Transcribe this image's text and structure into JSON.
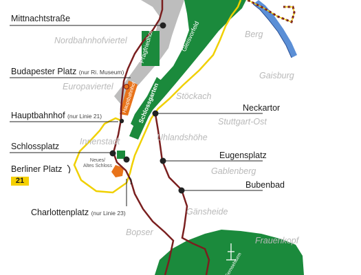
{
  "stops": {
    "mittnachtstrasse": {
      "name": "Mittnachtstraße"
    },
    "budapester_platz": {
      "name": "Budapester Platz",
      "note": "(nur Ri. Museum)"
    },
    "hauptbahnhof": {
      "name": "Hauptbahnhof",
      "note": "(nur Linie 21)"
    },
    "schlossplatz": {
      "name": "Schlossplatz"
    },
    "berliner_platz": {
      "name": "Berliner Platz",
      "line_badge": "21"
    },
    "charlottenplatz": {
      "name": "Charlottenplatz",
      "note": "(nur Linie 23)"
    },
    "neckartor": {
      "name": "Neckartor"
    },
    "eugensplatz": {
      "name": "Eugensplatz"
    },
    "bubenbad": {
      "name": "Bubenbad"
    }
  },
  "districts": {
    "nordbahnhofviertel": "Nordbahnhofviertel",
    "europaviertel": "Europaviertel",
    "innenstadt": "Innenstadt",
    "berg": "Berg",
    "gaisburg": "Gaisburg",
    "stoeckach": "Stöckach",
    "stuttgart_ost": "Stuttgart-Ost",
    "uhlandshoehe": "Uhlandshöhe",
    "gablenberg": "Gablenberg",
    "gaensheide": "Gänsheide",
    "bopser": "Bopser",
    "frauenkopf": "Frauenkopf"
  },
  "places": {
    "pragfriedhof": "Pragfriedhof",
    "gleisvorfeld": "Gleisvorfeld",
    "hauptbahnhof_building": "Hauptbahnhof",
    "schlossgarten": "Schlossgarten",
    "schloss": [
      "Neues/",
      "Altes Schloss"
    ],
    "fernsehturm": "Fernsehturm"
  },
  "colors": {
    "route_dark": "#7a1f1f",
    "route_yellow": "#f0d000",
    "park_green": "#1b8a3c",
    "rail_gray": "#bdbdbd",
    "river_blue": "#5b8fd6",
    "building_orange": "#e8731a",
    "district_text": "#b9b9b9"
  }
}
